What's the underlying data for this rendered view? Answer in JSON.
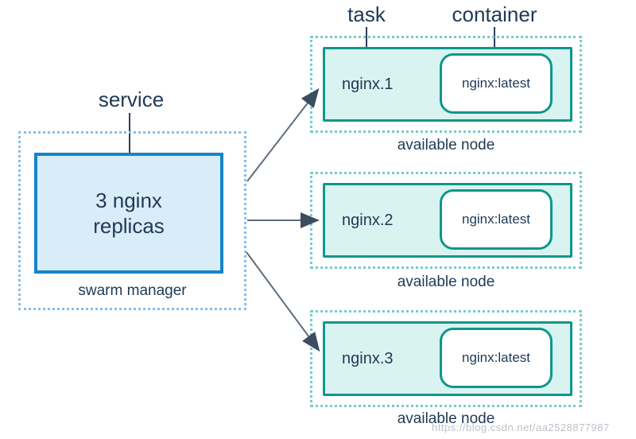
{
  "diagram": {
    "callouts": {
      "service": "service",
      "task": "task",
      "container": "container"
    },
    "manager": {
      "replicas": "3 nginx replicas",
      "caption": "swarm manager"
    },
    "nodes": [
      {
        "task": "nginx.1",
        "container": "nginx:latest",
        "caption": "available node"
      },
      {
        "task": "nginx.2",
        "container": "nginx:latest",
        "caption": "available node"
      },
      {
        "task": "nginx.3",
        "container": "nginx:latest",
        "caption": "available node"
      }
    ],
    "watermark": "https://blog.csdn.net/aa2528877987",
    "colors": {
      "service_border": "#1484c8",
      "service_fill": "#d9edf8",
      "service_dotted": "#8abde6",
      "node_border": "#0e978b",
      "node_fill": "#d9f3f0",
      "node_dotted": "#74cdc8",
      "text": "#1e3a56",
      "arrow_stem": "#5c6e80",
      "arrow_head": "#3b4d60",
      "watermark": "#b0b6be"
    }
  }
}
